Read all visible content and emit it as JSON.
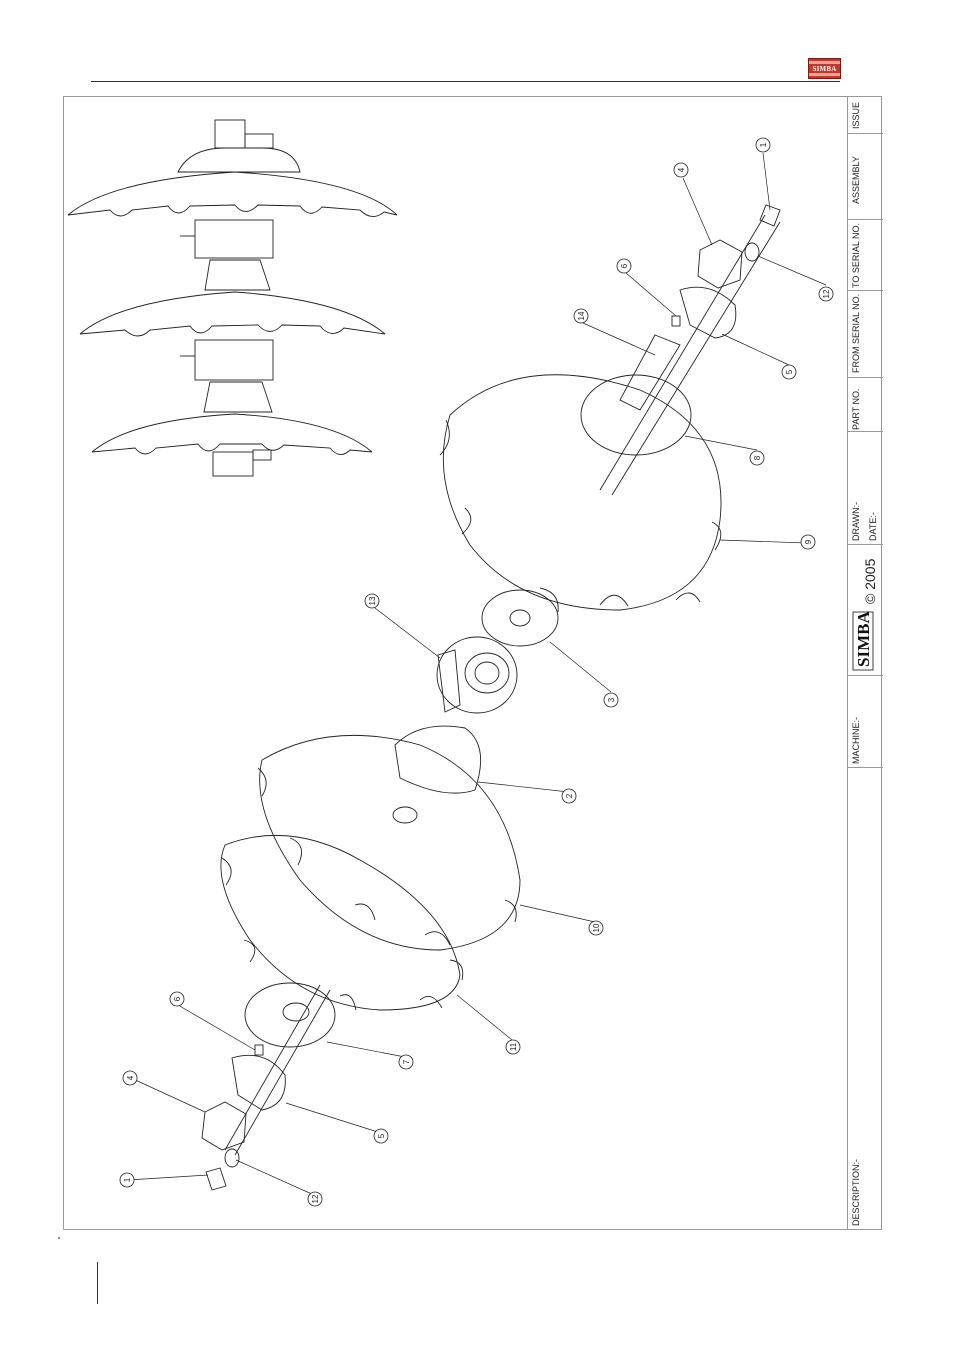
{
  "header": {
    "logo_text": "SIMBA"
  },
  "title_block": {
    "issue_label": "ISSUE",
    "assembly_label": "ASSEMBLY",
    "to_serial_label": "TO SERIAL NO.",
    "from_serial_label": "FROM SERIAL NO.",
    "part_no_label": "PART NO.",
    "drawn_label": "DRAWN:-",
    "date_label": "DATE:-",
    "brand": "SIMBA",
    "copyright": "© 2005",
    "machine_label": "MACHINE:-",
    "description_label": "DESCRIPTION:-"
  },
  "callouts": [
    "1",
    "4",
    "6",
    "12",
    "14",
    "5",
    "8",
    "9",
    "13",
    "3",
    "2",
    "10",
    "11",
    "7",
    "6",
    "4",
    "5",
    "1",
    "12"
  ]
}
